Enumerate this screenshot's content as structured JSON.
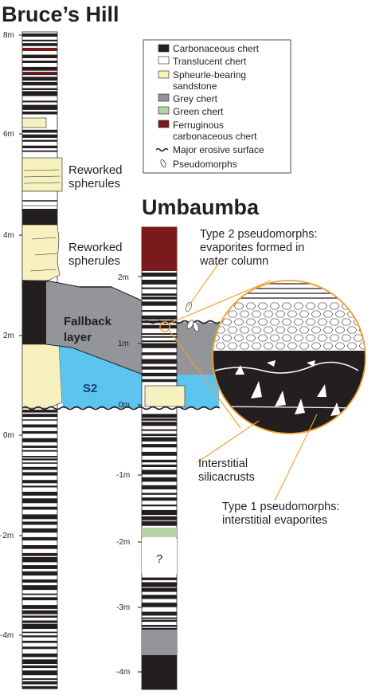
{
  "titles": {
    "left": "Bruce’s Hill",
    "right": "Umbaumba"
  },
  "left_axis": [
    "8m",
    "6m",
    "4m",
    "2m",
    "0m",
    "-2m",
    "-4m"
  ],
  "right_axis": [
    "2m",
    "1m",
    "0m",
    "-1m",
    "-2m",
    "-3m",
    "-4m"
  ],
  "labels": {
    "reworked_upper_1": "Reworked",
    "reworked_upper_2": "spherules",
    "reworked_lower_1": "Reworked",
    "reworked_lower_2": "spherules",
    "fallback_1": "Fallback",
    "fallback_2": "layer",
    "s2": "S2",
    "question": "?"
  },
  "callouts": {
    "type2_l1": "Type 2 pseudomorphs:",
    "type2_l2": "evaporites formed in",
    "type2_l3": "water column",
    "interstitial_l1": "Interstitial",
    "interstitial_l2": "silicacrusts",
    "type1_l1": "Type 1 pseudomorphs:",
    "type1_l2": "interstitial evaporites"
  },
  "legend": {
    "carbonaceous": "Carbonaceous chert",
    "translucent": "Translucent chert",
    "spherule_l1": "Spheurle-bearing",
    "spherule_l2": "sandstone",
    "grey": "Grey chert",
    "green": "Green chert",
    "ferruginous_l1": "Ferruginous",
    "ferruginous_l2": "carbonaceous chert",
    "erosive": "Major erosive surface",
    "pseudomorphs": "Pseudomorphs"
  },
  "colors": {
    "carbonaceous": "#231f20",
    "translucent": "#ffffff",
    "spherule": "#f7f1bf",
    "grey": "#939598",
    "green": "#b5d3a3",
    "ferruginous": "#7a1a1c",
    "s2_water": "#5bc4ef",
    "callout_line": "#f0a030"
  }
}
